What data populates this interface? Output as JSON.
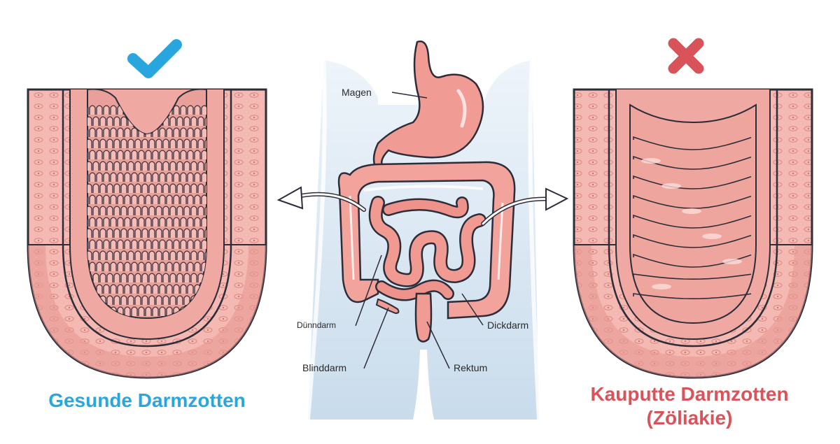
{
  "labels": {
    "stomach": "Magen",
    "small_intestine": "Dünndarm",
    "appendix": "Blinddarm",
    "large_intestine": "Dickdarm",
    "rectum": "Rektum"
  },
  "captions": {
    "healthy": "Gesunde Darmzotten",
    "damaged_line1": "Kauputte Darmzotten",
    "damaged_line2": "(Zöliakie)"
  },
  "icons": {
    "healthy": "check-icon",
    "damaged": "cross-icon"
  },
  "colors": {
    "healthy_accent": "#2aa6df",
    "damaged_accent": "#d9535a",
    "tissue_light": "#f7c9c3",
    "tissue_mid": "#ee9f98",
    "tissue_dark": "#e3857e",
    "body_silhouette": "#dbe8f3",
    "outline": "#2d2d3a"
  }
}
